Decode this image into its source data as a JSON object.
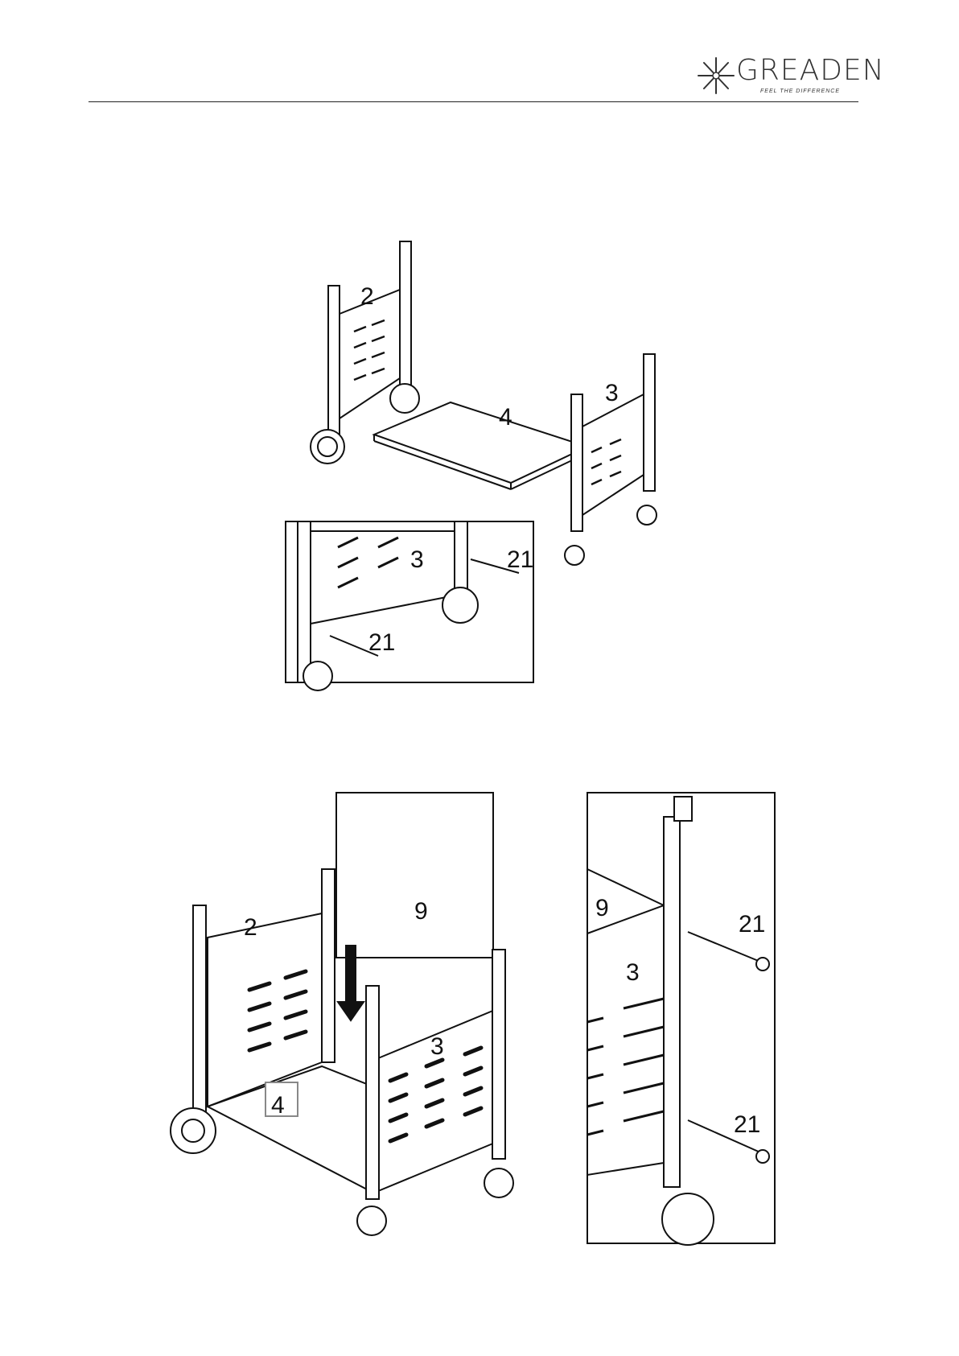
{
  "brand": {
    "name": "GREADEN",
    "tagline": "FEEL THE DIFFERENCE"
  },
  "figure1": {
    "labels": {
      "left_panel": "2",
      "right_panel": "3",
      "shelf": "4"
    },
    "inset": {
      "panel": "3",
      "screw_top": "21",
      "screw_bottom": "21"
    }
  },
  "figure2": {
    "labels": {
      "left_panel": "2",
      "back_panel": "9",
      "front_panel": "3",
      "shelf": "4"
    },
    "inset": {
      "back_panel": "9",
      "side_panel": "3",
      "screw_top": "21",
      "screw_bottom": "21"
    }
  }
}
